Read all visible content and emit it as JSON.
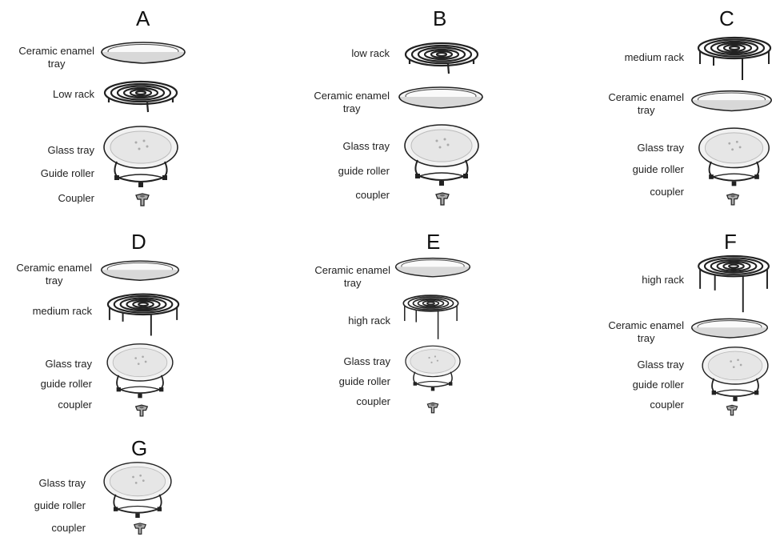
{
  "configurations": [
    {
      "id": "A",
      "labels": {
        "tray": "Ceramic enamel",
        "tray_line2": "tray",
        "rack": "Low rack",
        "glass": "Glass tray",
        "roller": "Guide roller",
        "coupler": "Coupler"
      }
    },
    {
      "id": "B",
      "labels": {
        "rack": "low rack",
        "tray": "Ceramic enamel",
        "tray_line2": "tray",
        "glass": "Glass tray",
        "roller": "guide roller",
        "coupler": "coupler"
      }
    },
    {
      "id": "C",
      "labels": {
        "rack": "medium rack",
        "tray": "Ceramic enamel",
        "tray_line2": "tray",
        "glass": "Glass tray",
        "roller": "guide roller",
        "coupler": "coupler"
      }
    },
    {
      "id": "D",
      "labels": {
        "tray": "Ceramic enamel",
        "tray_line2": "tray",
        "rack": "medium rack",
        "glass": "Glass tray",
        "roller": "guide roller",
        "coupler": "coupler"
      }
    },
    {
      "id": "E",
      "labels": {
        "tray": "Ceramic enamel",
        "tray_line2": "tray",
        "rack": "high rack",
        "glass": "Glass tray",
        "roller": "guide roller",
        "coupler": "coupler"
      }
    },
    {
      "id": "F",
      "labels": {
        "rack": "high rack",
        "tray": "Ceramic enamel",
        "tray_line2": "tray",
        "glass": "Glass tray",
        "roller": "guide roller",
        "coupler": "coupler"
      }
    },
    {
      "id": "G",
      "labels": {
        "glass": "Glass tray",
        "roller": "guide roller",
        "coupler": "coupler"
      }
    }
  ],
  "colors": {
    "line": "#222222",
    "tray_fill": "#eeeeee",
    "glass_fill": "#f2f2f2"
  }
}
